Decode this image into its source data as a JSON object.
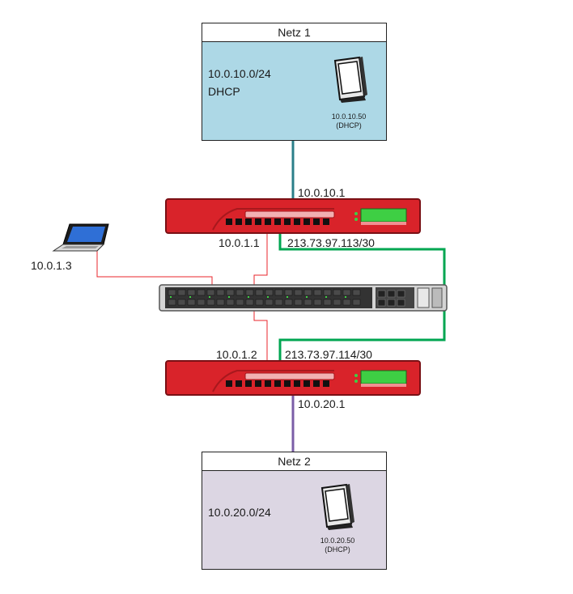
{
  "net1": {
    "title": "Netz 1",
    "subnet": "10.0.10.0/24",
    "mode": "DHCP",
    "host_ip": "10.0.10.50",
    "host_mode": "(DHCP)",
    "icon": "monitor-icon",
    "fill": "#add8e6"
  },
  "net2": {
    "title": "Netz 2",
    "subnet": "10.0.20.0/24",
    "host_ip": "10.0.20.50",
    "host_mode": "(DHCP)",
    "icon": "monitor-icon",
    "fill": "#dcd6e3"
  },
  "firewall1": {
    "lan_ip": "10.0.10.1",
    "mgmt_ip": "10.0.1.1",
    "wan_ip": "213.73.97.113/30",
    "color": "#d9232a"
  },
  "firewall2": {
    "mgmt_ip": "10.0.1.2",
    "wan_ip": "213.73.97.114/30",
    "lan_ip": "10.0.20.1",
    "color": "#d9232a"
  },
  "laptop": {
    "ip": "10.0.1.3",
    "icon": "laptop-icon"
  },
  "switch": {
    "icon": "switch-icon"
  },
  "links": {
    "net1_color": "#2b7f8a",
    "net2_color": "#7b5ea7",
    "wan_color": "#00a651",
    "mgmt_color": "#e8262b"
  }
}
